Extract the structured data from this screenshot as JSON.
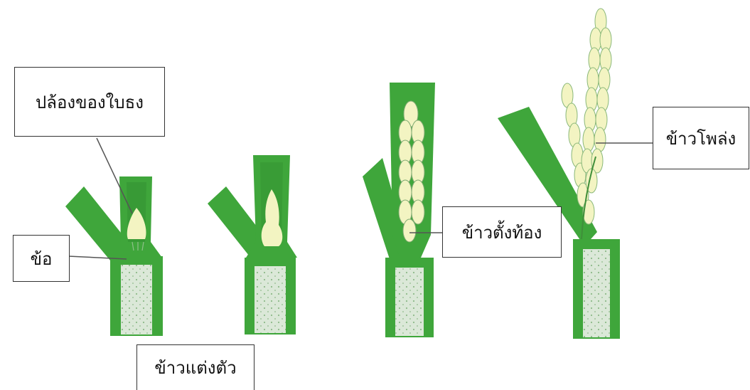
{
  "labels": {
    "peduncle_node": "ปล้องของใบธง",
    "node": "ข้อ",
    "booting": "ข้าวตั้งท้อง",
    "heading": "ข้าวโพล่ง",
    "panicle_initiation": "ข้าวแต่งตัว"
  },
  "colors": {
    "stem_green": "#3fa63b",
    "dark_green": "#2f8a2f",
    "pith": "#dbe8d8",
    "panicle": "#f3f4c2",
    "leader_line": "#555555"
  }
}
